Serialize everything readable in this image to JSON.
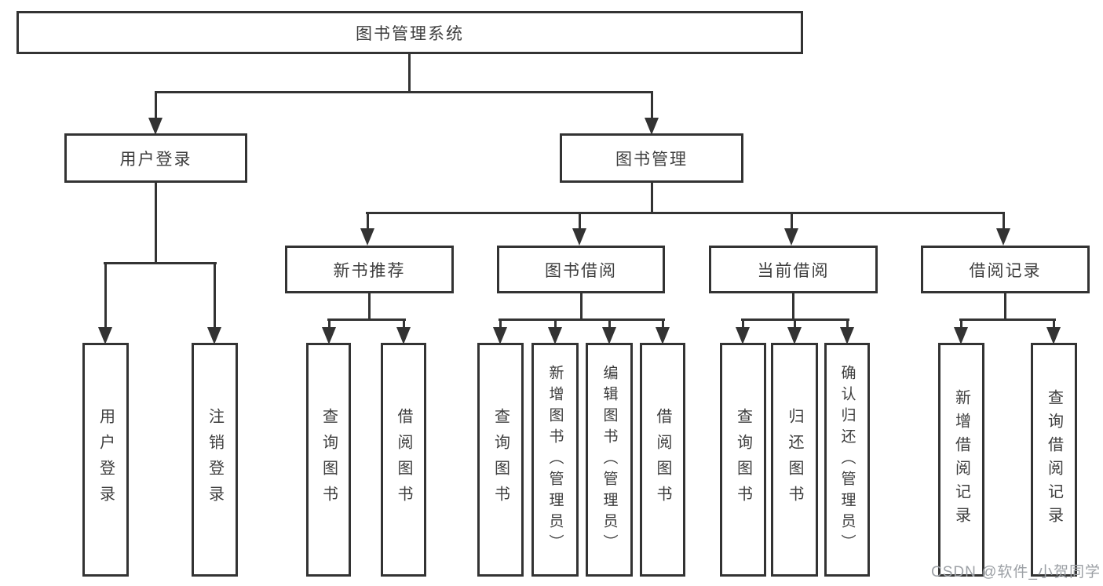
{
  "tree": {
    "label": "图书管理系统",
    "children": [
      {
        "label": "用户登录",
        "children": [
          {
            "label": "用户登录"
          },
          {
            "label": "注销登录"
          }
        ]
      },
      {
        "label": "图书管理",
        "children": [
          {
            "label": "新书推荐",
            "children": [
              {
                "label": "查询图书"
              },
              {
                "label": "借阅图书"
              }
            ]
          },
          {
            "label": "图书借阅",
            "children": [
              {
                "label": "查询图书"
              },
              {
                "label": "新增图书（管理员）"
              },
              {
                "label": "编辑图书（管理员）"
              },
              {
                "label": "借阅图书"
              }
            ]
          },
          {
            "label": "当前借阅",
            "children": [
              {
                "label": "查询图书"
              },
              {
                "label": "归还图书"
              },
              {
                "label": "确认归还（管理员）"
              }
            ]
          },
          {
            "label": "借阅记录",
            "children": [
              {
                "label": "新增借阅记录"
              },
              {
                "label": "查询借阅记录"
              }
            ]
          }
        ]
      }
    ]
  },
  "watermark": {
    "text": "CSDN @软件_小贺同学"
  },
  "colors": {
    "line": "#333333",
    "text": "#3d3d3d",
    "bg": "#ffffff",
    "watermark": "#9ca0a5"
  }
}
